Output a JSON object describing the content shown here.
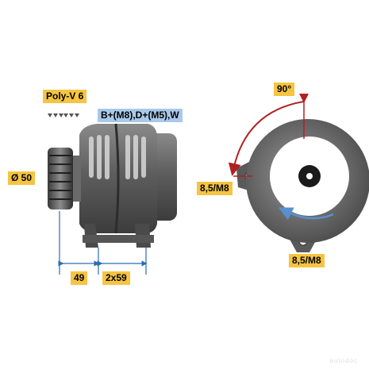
{
  "labels": {
    "belt": "Poly-V 6",
    "terminals": "B+(M8),D+(M5),W",
    "pulley_diameter": "Ø 50",
    "length_a": "49",
    "length_b": "2x59",
    "mount_angle": "90°",
    "bolt_left": "8,5/M8",
    "bolt_bottom": "8,5/M8"
  },
  "watermark": "autodoc",
  "colors": {
    "label_yellow": "#f5c542",
    "label_blue": "#a9c9ea",
    "arrow_red": "#b22020",
    "rotation_blue": "#5a8fd0",
    "dimension_line": "#2a6db0",
    "body_grey": "#5a5a5a"
  },
  "icons": [
    "groove-icon",
    "rotation-arrow-icon",
    "angle-arc-icon"
  ]
}
